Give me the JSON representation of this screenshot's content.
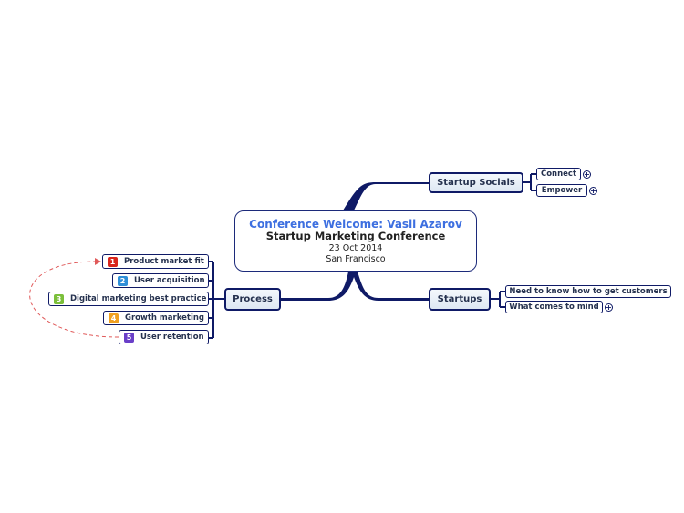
{
  "central": {
    "title": "Conference Welcome: Vasil Azarov",
    "subtitle": "Startup Marketing Conference",
    "date": "23 Oct 2014",
    "location": "San Francisco"
  },
  "branches": {
    "startup_socials": {
      "label": "Startup Socials",
      "children": [
        "Connect",
        "Empower"
      ]
    },
    "startups": {
      "label": "Startups",
      "children": [
        "Need to know how to get customers",
        "What comes to mind"
      ]
    },
    "process": {
      "label": "Process",
      "children": [
        {
          "number": "1",
          "label": "Product market fit",
          "badge_color": "#d9251c"
        },
        {
          "number": "2",
          "label": "User acquisition",
          "badge_color": "#2f8fd8"
        },
        {
          "number": "3",
          "label": "Digital marketing best practice",
          "badge_color": "#7bbf3a"
        },
        {
          "number": "4",
          "label": "Growth marketing",
          "badge_color": "#f0a020"
        },
        {
          "number": "5",
          "label": "User retention",
          "badge_color": "#6a3fc8"
        }
      ]
    }
  },
  "colors": {
    "connector": "#0f1a66",
    "relationship": "#e05a5a",
    "title": "#3d6fe0"
  }
}
